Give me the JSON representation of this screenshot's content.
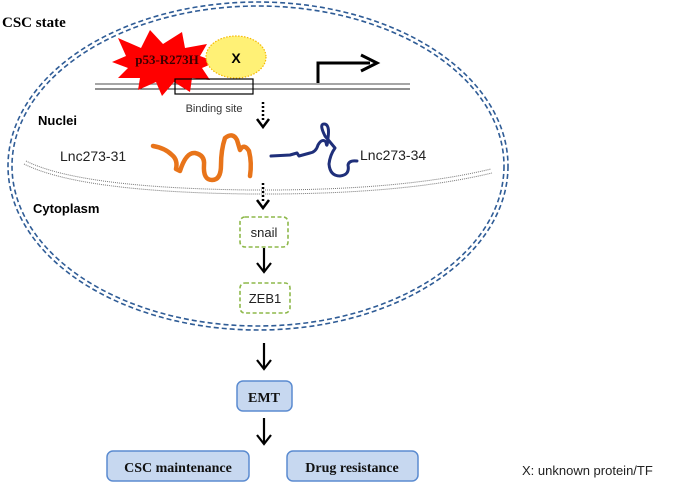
{
  "title": "CSC state",
  "compartments": {
    "nucleus": "Nuclei",
    "cytoplasm": "Cytoplasm"
  },
  "proteins": {
    "p53": "p53-R273H",
    "x": "X"
  },
  "dna": {
    "binding_site": "Binding site"
  },
  "lncrnas": {
    "left": "Lnc273-31",
    "right": "Lnc273-34"
  },
  "pathway": {
    "snail": "snail",
    "zeb1": "ZEB1",
    "emt": "EMT",
    "csc_maintenance": "CSC maintenance",
    "drug_resistance": "Drug resistance"
  },
  "legend": {
    "x_note": "X: unknown protein/TF"
  },
  "colors": {
    "membrane": "#2F5C96",
    "p53": "#FF0000",
    "x_fill": "#FFF176",
    "lnc_left": "#E8741A",
    "lnc_right": "#1F2F7A",
    "dashed_box": "#8DB84A",
    "outcome_fill": "#C7D8F0",
    "outcome_stroke": "#5B8BD0"
  }
}
